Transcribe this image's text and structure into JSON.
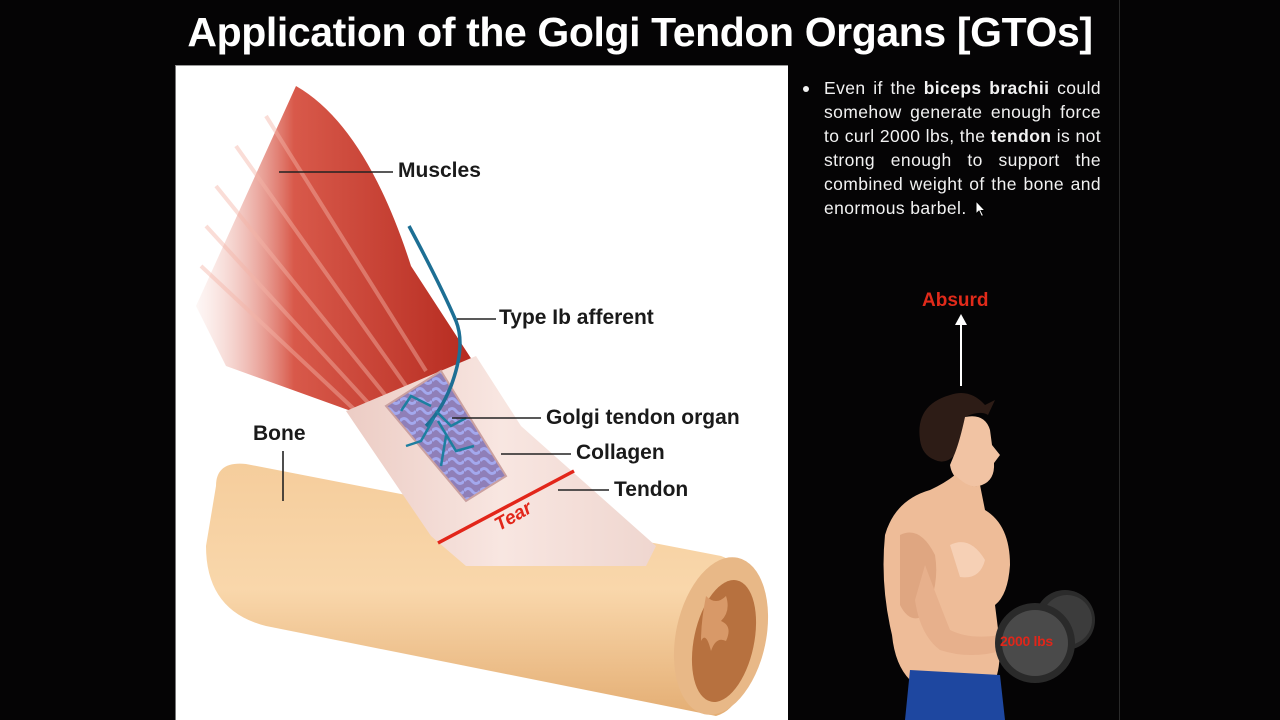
{
  "slide": {
    "title": "Application of the Golgi Tendon Organs [GTOs]",
    "background_color": "#050405"
  },
  "figure": {
    "labels": {
      "muscles": "Muscles",
      "type_ib_afferent": "Type Ib afferent",
      "golgi_tendon_organ": "Golgi tendon organ",
      "collagen": "Collagen",
      "tendon": "Tendon",
      "bone": "Bone",
      "tear": "Tear"
    },
    "colors": {
      "muscle": "#c23a2c",
      "tendon": "#f3dcd6",
      "bone": "#f0c48e",
      "collagen": "#7d84d6",
      "nerve": "#1d6f94",
      "tear": "#e2261a"
    }
  },
  "bullet": {
    "part1": "Even if the ",
    "bold1": "biceps brachii",
    "part2": " could somehow generate enough force to curl 2000 lbs, the ",
    "bold2": "tendon",
    "part3": " is not strong enough to support the combined weight of the bone and enormous barbel."
  },
  "illustration": {
    "annotation": "Absurd",
    "annotation_color": "#e02a1a",
    "weight_label": "2000 lbs"
  }
}
